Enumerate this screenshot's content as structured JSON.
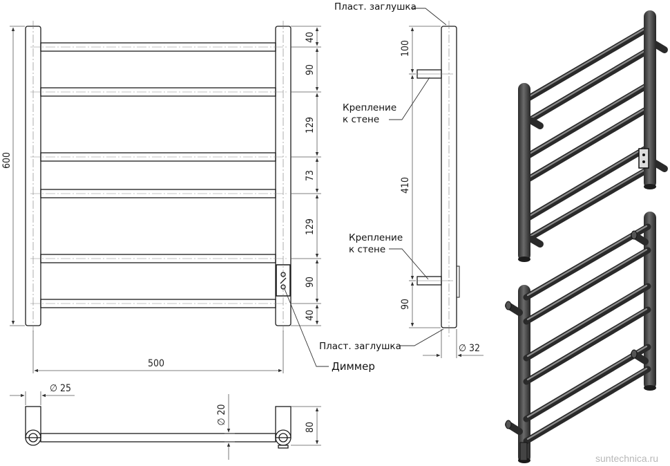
{
  "front_view": {
    "dim_height": "600",
    "dim_width": "500",
    "segments": [
      "40",
      "90",
      "129",
      "73",
      "129",
      "90",
      "40"
    ]
  },
  "side_view": {
    "cap_top_label": "Пласт. заглушка",
    "cap_bottom_label": "Пласт. заглушка",
    "mount_top_label_1": "Крепление",
    "mount_top_label_2": "к стене",
    "mount_bottom_label_1": "Крепление",
    "mount_bottom_label_2": "к стене",
    "dim_top": "100",
    "dim_mid": "410",
    "dim_bottom": "90",
    "dim_diameter": "∅ 32"
  },
  "dimmer_label": "Диммер",
  "top_view": {
    "dim_pipe": "∅ 25",
    "dim_rung": "∅ 20",
    "dim_depth": "80"
  },
  "watermark": "suntechnica.ru",
  "colors": {
    "line": "#1a1a1a",
    "dim_line": "#555555",
    "render_dark": "#3a3a3a",
    "render_light": "#8a8a8a"
  }
}
